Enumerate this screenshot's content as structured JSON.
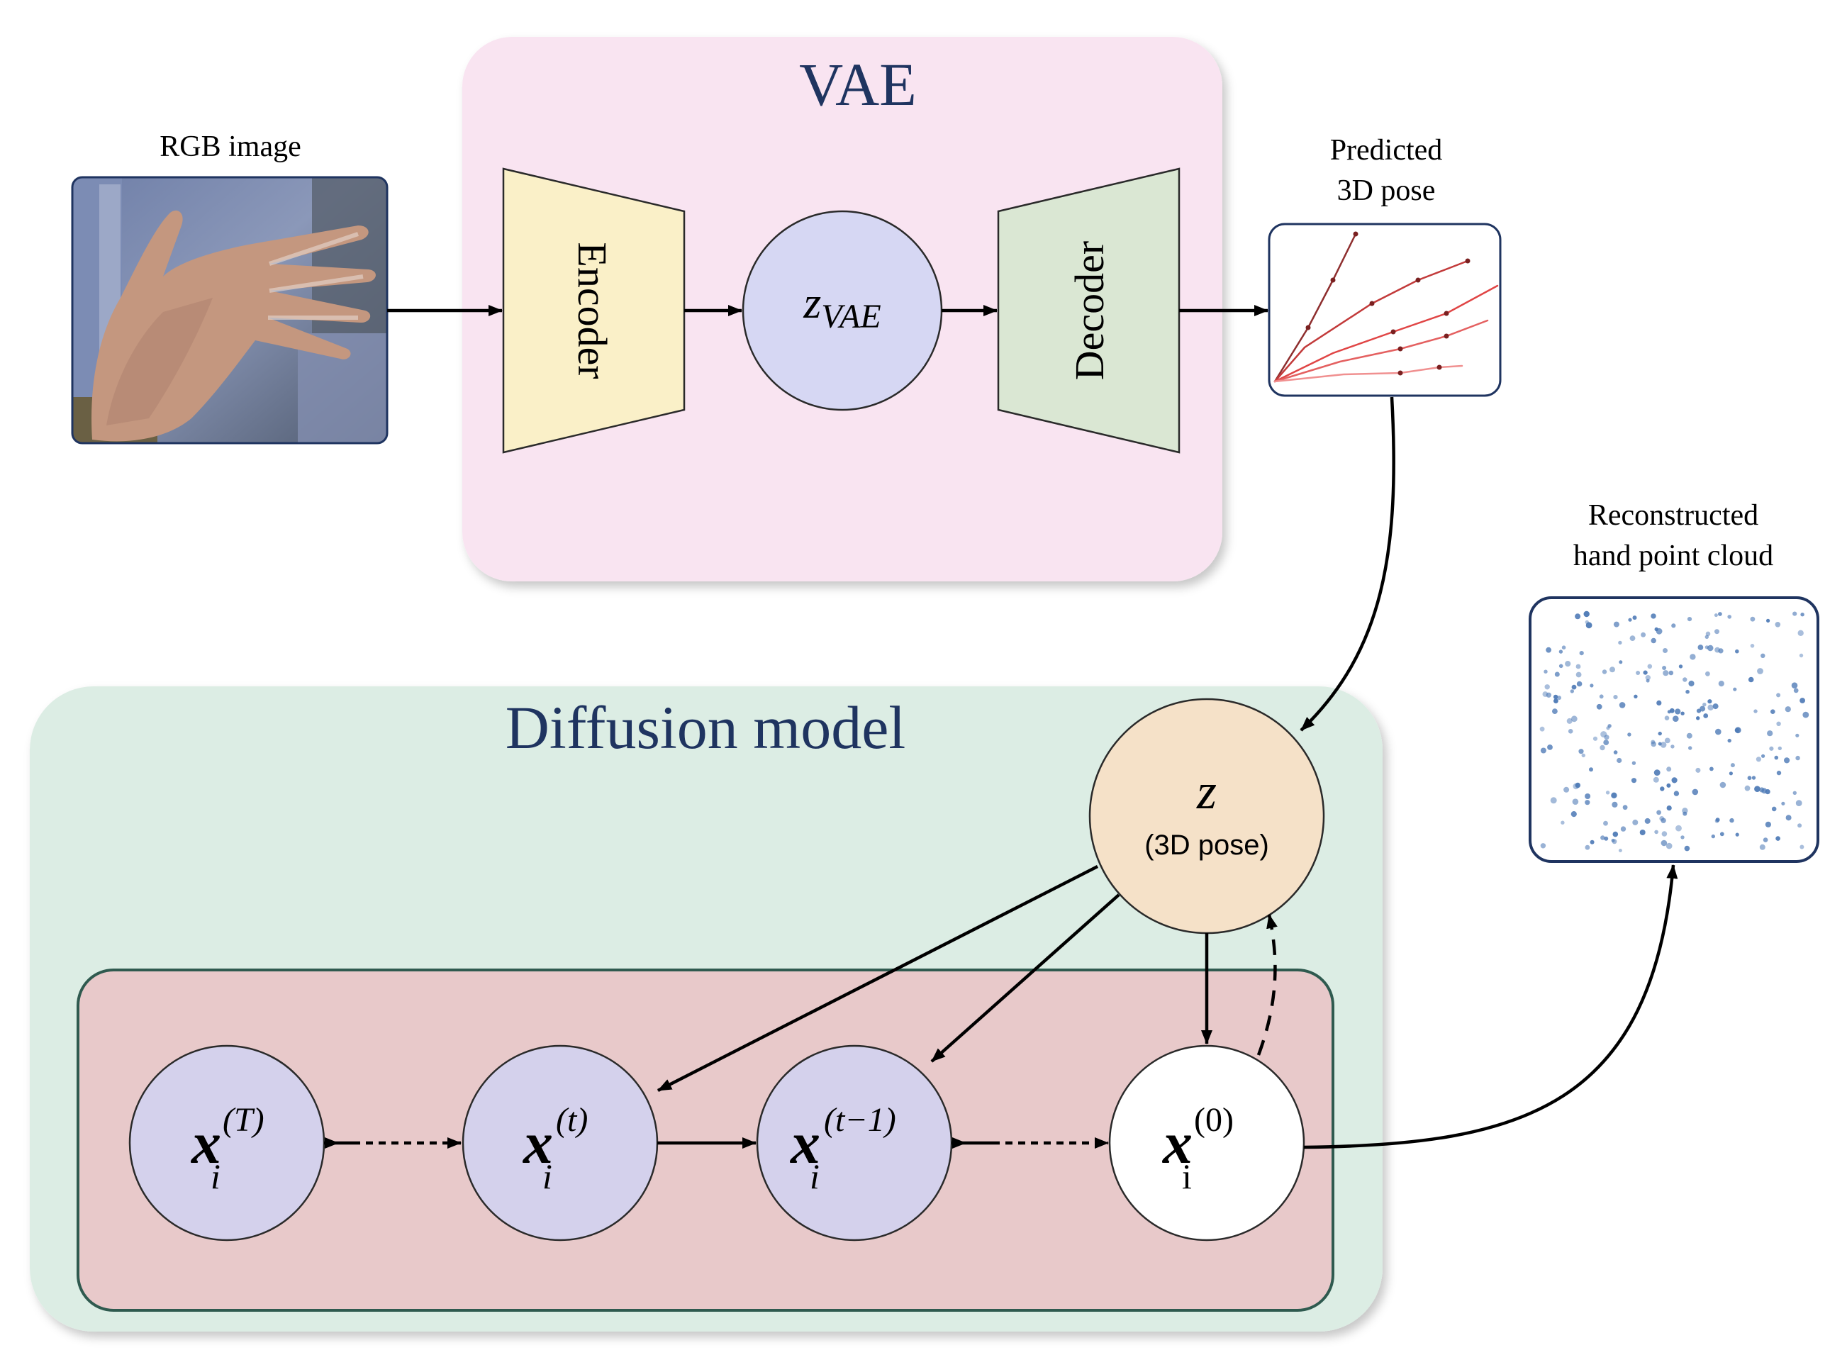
{
  "vae": {
    "title": "VAE",
    "encoder_label": "Encoder",
    "decoder_label": "Decoder",
    "latent_main": "z",
    "latent_sub": "VAE"
  },
  "input": {
    "label": "RGB image"
  },
  "predicted": {
    "label_line1": "Predicted",
    "label_line2": "3D pose"
  },
  "reconstructed": {
    "label_line1": "Reconstructed",
    "label_line2": "hand point cloud"
  },
  "diffusion": {
    "title": "Diffusion model",
    "z_symbol": "z",
    "z_caption": "(3D pose)",
    "nodes": [
      {
        "base": "x",
        "sub": "i",
        "sup": "(T)"
      },
      {
        "base": "x",
        "sub": "i",
        "sup": "(t)"
      },
      {
        "base": "x",
        "sub": "i",
        "sup": "(t−1)"
      },
      {
        "base": "x",
        "sub": "i",
        "sup": "(0)"
      }
    ]
  },
  "colors": {
    "vae_bg": "#f9e4f1",
    "diffusion_bg": "#dcede4",
    "plate_bg": "#e8c9ca",
    "plate_border": "#2f5a4f",
    "encoder_fill": "#faf0c8",
    "decoder_fill": "#dae7d3",
    "latent_fill": "#d6d7f3",
    "node_fill": "#d4d1ec",
    "z_fill": "#f5e1c8",
    "title_color": "#1f3460",
    "panel_border": "#1f3460",
    "pose_color": "#d94a4a",
    "cloud_color": "#4b78b5"
  }
}
